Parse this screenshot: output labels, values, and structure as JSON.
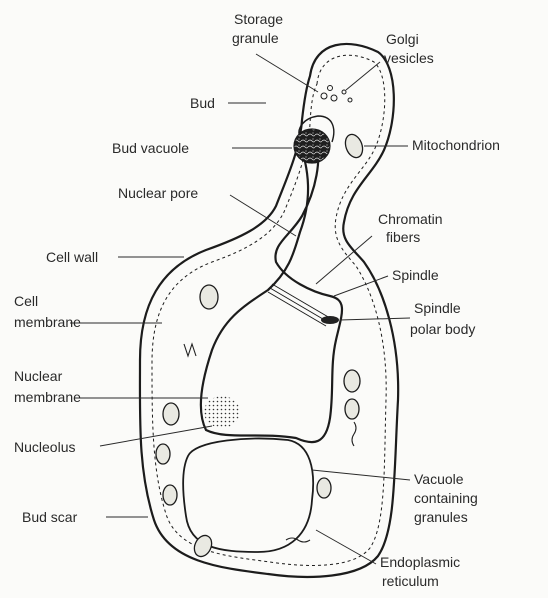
{
  "labels": {
    "storage_granule": [
      "Storage",
      "granule"
    ],
    "golgi_vesicles": [
      "Golgi",
      "vesicles"
    ],
    "bud": "Bud",
    "bud_vacuole": "Bud vacuole",
    "mitochondrion": "Mitochondrion",
    "nuclear_pore": "Nuclear pore",
    "chromatin_fibers": [
      "Chromatin",
      "fibers"
    ],
    "cell_wall": "Cell wall",
    "spindle": "Spindle",
    "cell_membrane": [
      "Cell",
      "membrane"
    ],
    "spindle_polar_body": [
      "Spindle",
      "polar body"
    ],
    "nuclear_membrane": [
      "Nuclear",
      "membrane"
    ],
    "nucleolus": "Nucleolus",
    "vacuole_containing_granules": [
      "Vacuole",
      "containing",
      "granules"
    ],
    "bud_scar": "Bud scar",
    "endoplasmic_reticulum": [
      "Endoplasmic",
      "reticulum"
    ]
  }
}
